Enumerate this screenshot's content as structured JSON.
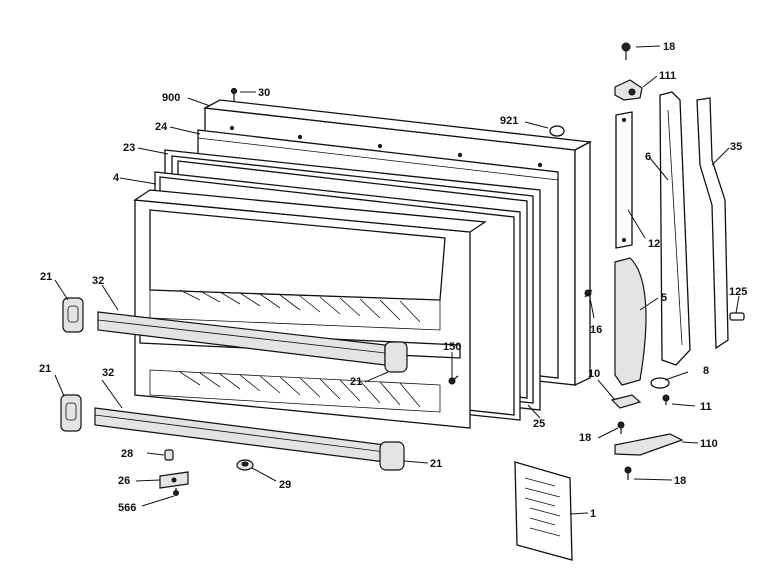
{
  "callouts": {
    "c18a": "18",
    "c111": "111",
    "c900": "900",
    "c30": "30",
    "c921": "921",
    "c24": "24",
    "c6": "6",
    "c35": "35",
    "c23": "23",
    "c4": "4",
    "c12": "12",
    "c21a": "21",
    "c32a": "32",
    "c5": "5",
    "c125": "125",
    "c16": "16",
    "c150": "150",
    "c21b": "21",
    "c21c": "21",
    "c32b": "32",
    "c10": "10",
    "c8": "8",
    "c11": "11",
    "c25": "25",
    "c18b": "18",
    "c110": "110",
    "c28": "28",
    "c21d": "21",
    "c26": "26",
    "c29": "29",
    "c18c": "18",
    "c566": "566",
    "c1": "1"
  }
}
